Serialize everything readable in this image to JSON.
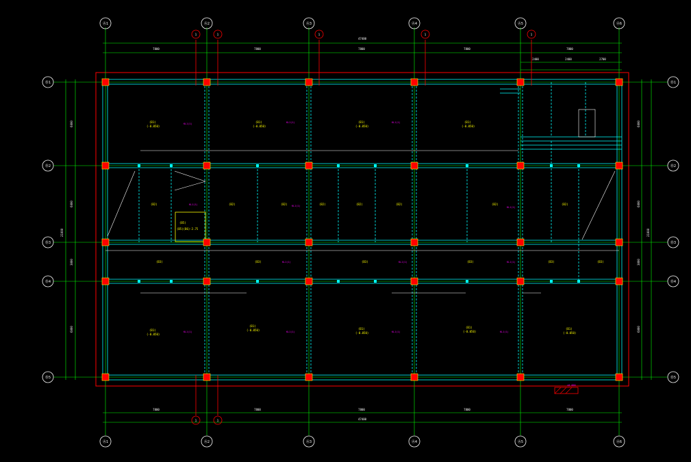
{
  "drawing": {
    "background": "#000000",
    "colors": {
      "axis": "#00ff00",
      "wall": "#00ffff",
      "column": "#ff0000",
      "column_outline": "#ffff00",
      "beam_label": "#ff00ff",
      "room_label": "#ffff00",
      "dimension": "#ffffff",
      "border": "#ff0000"
    }
  },
  "axes": {
    "vertical": [
      "Ⓐ1",
      "Ⓐ2",
      "Ⓐ3",
      "Ⓐ4",
      "Ⓐ5",
      "Ⓐ6"
    ],
    "horizontal": [
      "Ⓑ1",
      "Ⓑ2",
      "Ⓑ3",
      "Ⓑ4",
      "Ⓑ5"
    ]
  },
  "dimensions": {
    "top_overall": "47400",
    "top_bays": [
      "7800",
      "7800",
      "7800",
      "7800",
      "7800"
    ],
    "top_right_sub": [
      "2400",
      "2400",
      "2700"
    ],
    "bottom_overall": "47400",
    "bottom_bays": [
      "7800",
      "7800",
      "7800",
      "7800",
      "7800"
    ],
    "left_overall": "21000",
    "left_segments": [
      "6000",
      "6000",
      "3000",
      "6000"
    ],
    "right_overall": "21000",
    "right_segments": [
      "6000",
      "6000",
      "3000",
      "6000"
    ]
  },
  "room_labels": [
    {
      "code": "(B1)",
      "elev": "(-0.050)"
    },
    {
      "code": "(B1)",
      "elev": "(-0.050)"
    },
    {
      "code": "(B1)",
      "elev": "(-0.050)"
    },
    {
      "code": "(B1)",
      "elev": "(-0.050)"
    },
    {
      "code": "(B1)",
      "elev": "(-0.050)"
    },
    {
      "code": "(B1)",
      "elev": "(-0.050)"
    },
    {
      "code": "(B1)",
      "elev": "(-0.050)"
    },
    {
      "code": "(B1)",
      "elev": "(-0.050)"
    },
    {
      "code": "(B1)",
      "elev": "(-0.050)"
    }
  ],
  "mid_labels": [
    "(B2)",
    "(B2)",
    "(B2)",
    "(B2)",
    "(B2)",
    "(B2)",
    "(B2)",
    "(B2)"
  ],
  "corridor_labels": [
    "(B3)",
    "(B3)",
    "(B3)",
    "(B3)",
    "(B3)",
    "(B3)"
  ],
  "beam_text": "KL1(1)",
  "stair_label": "(B5)",
  "stair_sub": "(B5)(B6)-2.75",
  "section_markers": [
    "1",
    "1",
    "1",
    "1",
    "1",
    "1",
    "1"
  ],
  "elevation_mark": "±0.000"
}
